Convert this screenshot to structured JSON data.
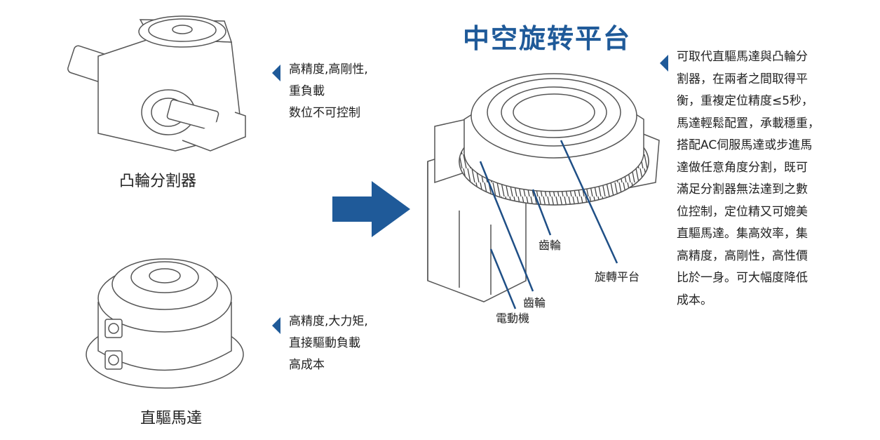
{
  "title": "中空旋转平台",
  "products": [
    {
      "caption": "凸輪分割器",
      "features": [
        "高精度,高剛性,",
        "重負載",
        "数位不可控制"
      ]
    },
    {
      "caption": "直驅馬達",
      "features": [
        "高精度,大力矩,",
        "直接驅動負載",
        "高成本"
      ]
    }
  ],
  "main_description": [
    "可取代直驅馬達與凸輪分",
    "割器，在兩者之間取得平",
    "衡，重複定位精度≤5秒，",
    "馬達輕鬆配置，承載穩重，",
    "搭配AC伺服馬達或步進馬",
    "達做任意角度分割，既可",
    "滿足分割器無法達到之數",
    "位控制，定位精又可媲美",
    "直驅馬達。集高效率，集",
    "高精度，高剛性，高性價",
    "比於一身。可大幅度降低",
    "成本。"
  ],
  "part_labels": {
    "gear_upper": "齒輪",
    "rotary_platform": "旋轉平台",
    "gear_lower": "齒輪",
    "motor": "電動機"
  },
  "colors": {
    "accent": "#1f5a99",
    "line": "#333333"
  }
}
